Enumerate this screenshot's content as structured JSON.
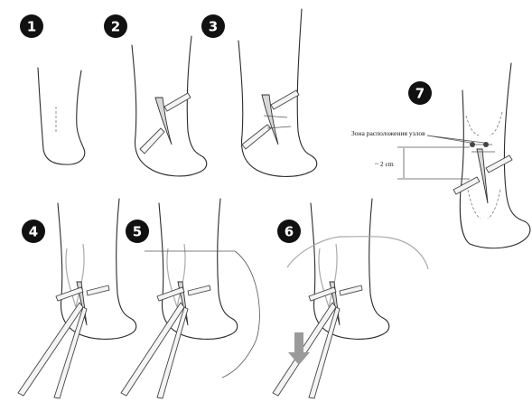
{
  "steps": [
    {
      "number": "1"
    },
    {
      "number": "2"
    },
    {
      "number": "3"
    },
    {
      "number": "4"
    },
    {
      "number": "5"
    },
    {
      "number": "6"
    },
    {
      "number": "7"
    }
  ],
  "annotations": {
    "knot_zone": "Зона расположения узлов",
    "distance": "~ 2 cm"
  },
  "colors": {
    "badge": "#111111",
    "outline": "#2b2b2b",
    "suture": "#aaaaaa"
  }
}
